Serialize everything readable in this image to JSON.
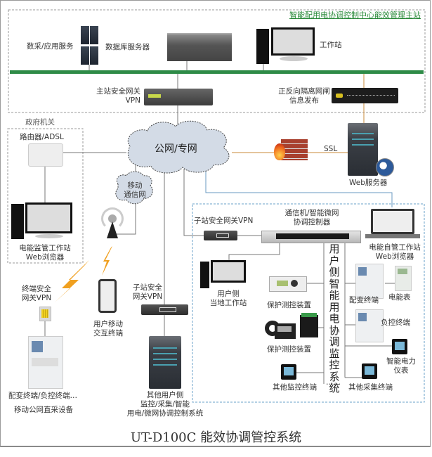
{
  "header": {
    "title": "智能配用电协调控制中心能效管理主站"
  },
  "main_station": {
    "data_app_server": "数采/应用服务",
    "database_server": "数据库服务器",
    "workstation": "工作站",
    "main_vpn_line1": "主站安全网关",
    "main_vpn_line2": "VPN",
    "isolation_line1": "正反向隔离网闸",
    "isolation_line2": "信息发布"
  },
  "government": {
    "group_label": "政府机关",
    "router": "路由器/ADSL",
    "workstation_line1": "电能监管工作站",
    "workstation_line2": "Web浏览器"
  },
  "network": {
    "public_cloud": "公网/专网",
    "mobile_cloud_line1": "移动",
    "mobile_cloud_line2": "通信网",
    "ssl": "SSL",
    "web_server": "Web服务器"
  },
  "mobile": {
    "terminal_vpn_line1": "终端安全",
    "terminal_vpn_line2": "网关VPN",
    "direct_device_line1": "配变终端/负控终端…",
    "direct_device_line2": "移动公网直采设备",
    "phone_line1": "用户移动",
    "phone_line2": "交互终端"
  },
  "substation": {
    "vpn_line1": "子站安全",
    "vpn_line2": "网关VPN",
    "other_system_line1": "其他用户侧",
    "other_system_line2": "监控/采集/智能",
    "other_system_line3": "用电/微网协调控制系统"
  },
  "user_side": {
    "sub_vpn": "子站安全网关VPN",
    "controller_line1": "通信机/智能微网",
    "controller_line2": "协调控制器",
    "self_ws_line1": "电能自管工作站",
    "self_ws_line2": "Web浏览器",
    "local_ws_line1": "用户侧",
    "local_ws_line2": "当地工作站",
    "protection1": "保护测控装置",
    "protection2": "保护测控装置",
    "vertical_label": [
      "用",
      "户",
      "侧",
      "智",
      "能",
      "用",
      "电",
      "协",
      "调",
      "监",
      "控",
      "系",
      "统"
    ],
    "distribution_terminal": "配变终端",
    "energy_meter": "电能表",
    "load_control": "负控终端",
    "smart_meter_line1": "智能电力",
    "smart_meter_line2": "仪表",
    "other_monitor": "其他监控终端",
    "ellipsis": "……",
    "other_collect": "其他采集终端"
  },
  "footer": {
    "title": "UT-D100C 能效协调管控系统"
  },
  "colors": {
    "bus_green": "#2e8b47",
    "title_green": "#2a8a3a",
    "cloud_fill": "#d3dbe6",
    "line_gray": "#777777",
    "line_orange": "#c98a3a",
    "line_blue": "#6a9ac0",
    "bolt": "#f0a020"
  }
}
